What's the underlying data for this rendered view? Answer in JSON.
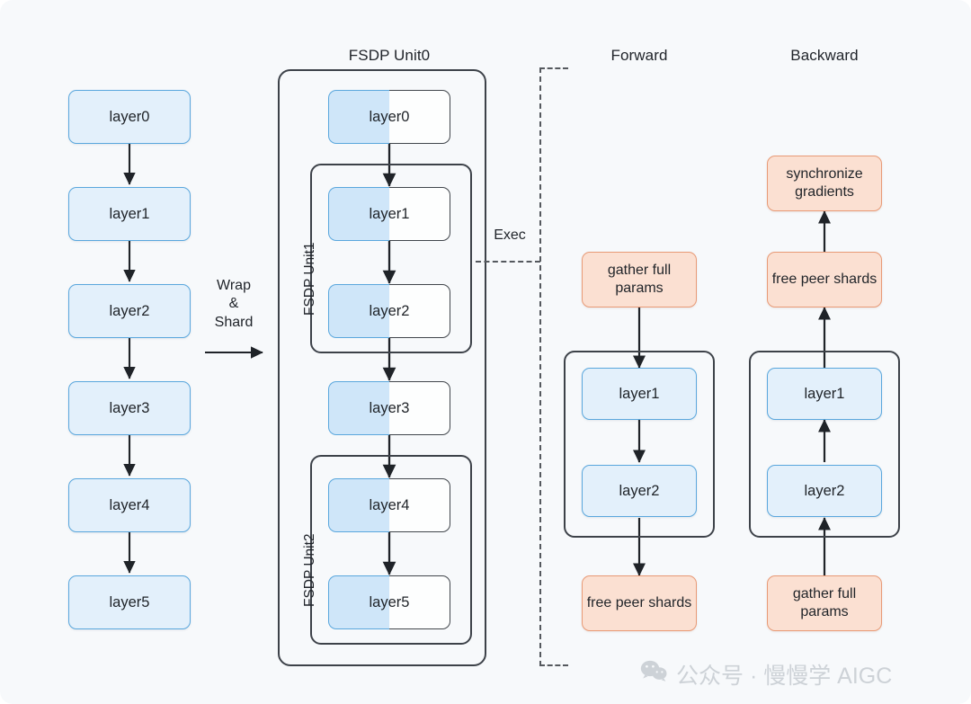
{
  "diagram": {
    "title_visible": false,
    "background": "#f7f9fb",
    "colors": {
      "layer_fill": "#e3f0fb",
      "layer_border": "#5aa7dd",
      "layer_shard_fill": "#cfe6f9",
      "action_fill": "#fbe0d2",
      "action_border": "#e89a76",
      "group_border": "#3d4249",
      "arrow": "#1f2328",
      "dashed": "#55595e",
      "watermark": "#cdd2d7"
    }
  },
  "model_column": {
    "name": "original-model-stack",
    "layers": [
      {
        "label": "layer0"
      },
      {
        "label": "layer1"
      },
      {
        "label": "layer2"
      },
      {
        "label": "layer3"
      },
      {
        "label": "layer4"
      },
      {
        "label": "layer5"
      }
    ]
  },
  "transition": {
    "label": "Wrap\n&\nShard"
  },
  "fsdp_column": {
    "unit0_label": "FSDP Unit0",
    "unit1_label": "FSDP Unit1",
    "unit2_label": "FSDP Unit2",
    "layers": [
      {
        "label": "layer0"
      },
      {
        "label": "layer1"
      },
      {
        "label": "layer2"
      },
      {
        "label": "layer3"
      },
      {
        "label": "layer4"
      },
      {
        "label": "layer5"
      }
    ]
  },
  "exec": {
    "label": "Exec"
  },
  "forward_column": {
    "heading": "Forward",
    "steps": [
      {
        "kind": "action",
        "label": "gather full\nparams"
      },
      {
        "kind": "layer",
        "label": "layer1"
      },
      {
        "kind": "layer",
        "label": "layer2"
      },
      {
        "kind": "action",
        "label": "free peer\nshards"
      }
    ]
  },
  "backward_column": {
    "heading": "Backward",
    "steps": [
      {
        "kind": "action",
        "label": "synchronize\ngradients"
      },
      {
        "kind": "action",
        "label": "free peer\nshards"
      },
      {
        "kind": "layer",
        "label": "layer1"
      },
      {
        "kind": "layer",
        "label": "layer2"
      },
      {
        "kind": "action",
        "label": "gather full\nparams"
      }
    ]
  },
  "watermark": {
    "icon": "wechat-icon",
    "text": "公众号 · 慢慢学 AIGC"
  }
}
